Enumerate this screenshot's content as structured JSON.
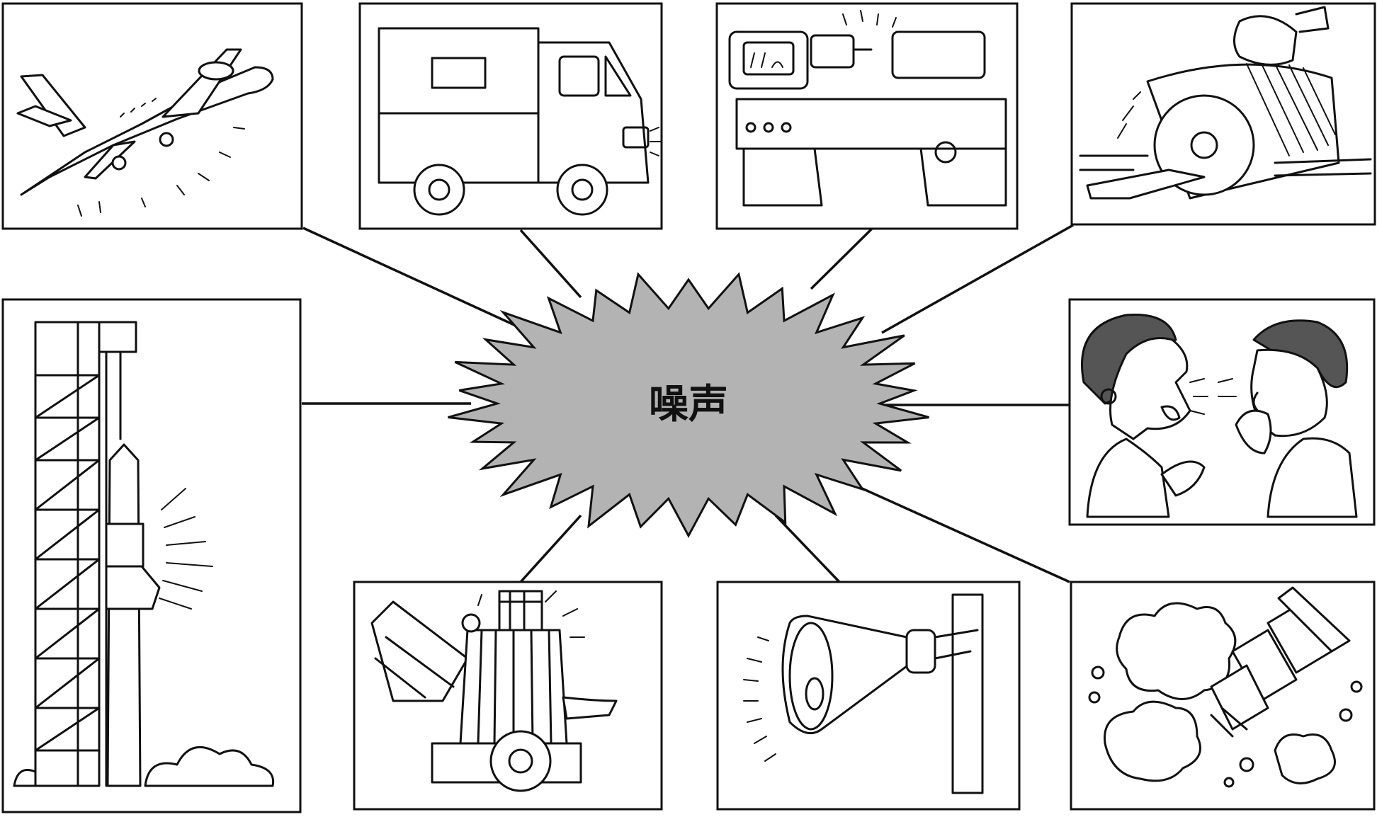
{
  "center": {
    "label": "噪声",
    "fill_color": "#b3b3b3"
  },
  "sources": [
    {
      "id": "airplane",
      "icon": "airplane-icon"
    },
    {
      "id": "truck",
      "icon": "truck-icon"
    },
    {
      "id": "lathe",
      "icon": "lathe-machine-icon"
    },
    {
      "id": "saw",
      "icon": "circular-saw-icon"
    },
    {
      "id": "rocket",
      "icon": "rocket-launch-icon"
    },
    {
      "id": "arguing",
      "icon": "arguing-people-icon"
    },
    {
      "id": "cement-mixer",
      "icon": "cement-mixer-icon"
    },
    {
      "id": "loudspeaker",
      "icon": "loudspeaker-icon"
    },
    {
      "id": "firecrackers",
      "icon": "firecrackers-icon"
    }
  ]
}
